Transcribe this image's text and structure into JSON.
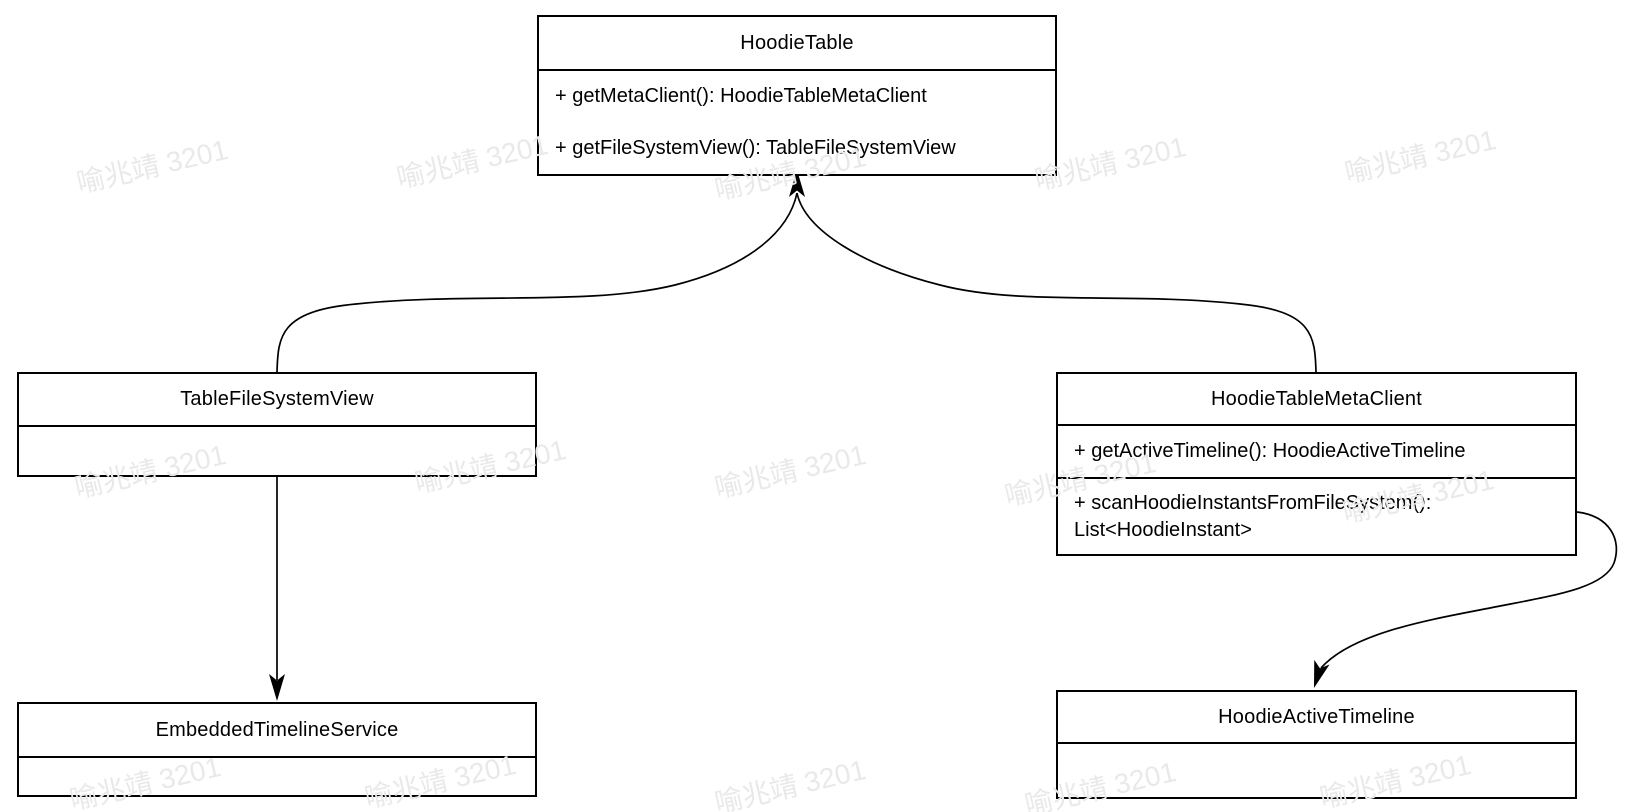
{
  "diagram": {
    "background": "#ffffff",
    "stroke_color": "#000000",
    "classes": [
      {
        "id": "hoodie-table",
        "title": "HoodieTable",
        "compartments": [
          [
            "+ getMetaClient(): HoodieTableMetaClient",
            "+ getFileSystemView(): TableFileSystemView"
          ]
        ]
      },
      {
        "id": "table-file-system-view",
        "title": "TableFileSystemView",
        "compartments": [
          []
        ]
      },
      {
        "id": "hoodie-table-meta-client",
        "title": "HoodieTableMetaClient",
        "compartments": [
          [
            "+ getActiveTimeline(): HoodieActiveTimeline"
          ],
          [
            "+ scanHoodieInstantsFromFileSystem(): List<HoodieInstant>"
          ]
        ]
      },
      {
        "id": "embedded-timeline-service",
        "title": "EmbeddedTimelineService",
        "compartments": [
          []
        ]
      },
      {
        "id": "hoodie-active-timeline",
        "title": "HoodieActiveTimeline",
        "compartments": [
          []
        ]
      }
    ],
    "connectors": [
      {
        "id": "tfsv-to-hoodietable",
        "from": "TableFileSystemView",
        "to": "HoodieTable",
        "style": "curved-arrow-up"
      },
      {
        "id": "htmc-to-hoodietable",
        "from": "HoodieTableMetaClient",
        "to": "HoodieTable",
        "style": "curved-arrow-up"
      },
      {
        "id": "tfsv-to-ets",
        "from": "TableFileSystemView",
        "to": "EmbeddedTimelineService",
        "style": "straight-arrow-down"
      },
      {
        "id": "htmc-to-hat",
        "from": "HoodieTableMetaClient",
        "to": "HoodieActiveTimeline",
        "style": "s-curved-arrow-down"
      }
    ],
    "watermark": {
      "text": "喻兆靖 3201",
      "color": "#e9e9e9"
    }
  }
}
